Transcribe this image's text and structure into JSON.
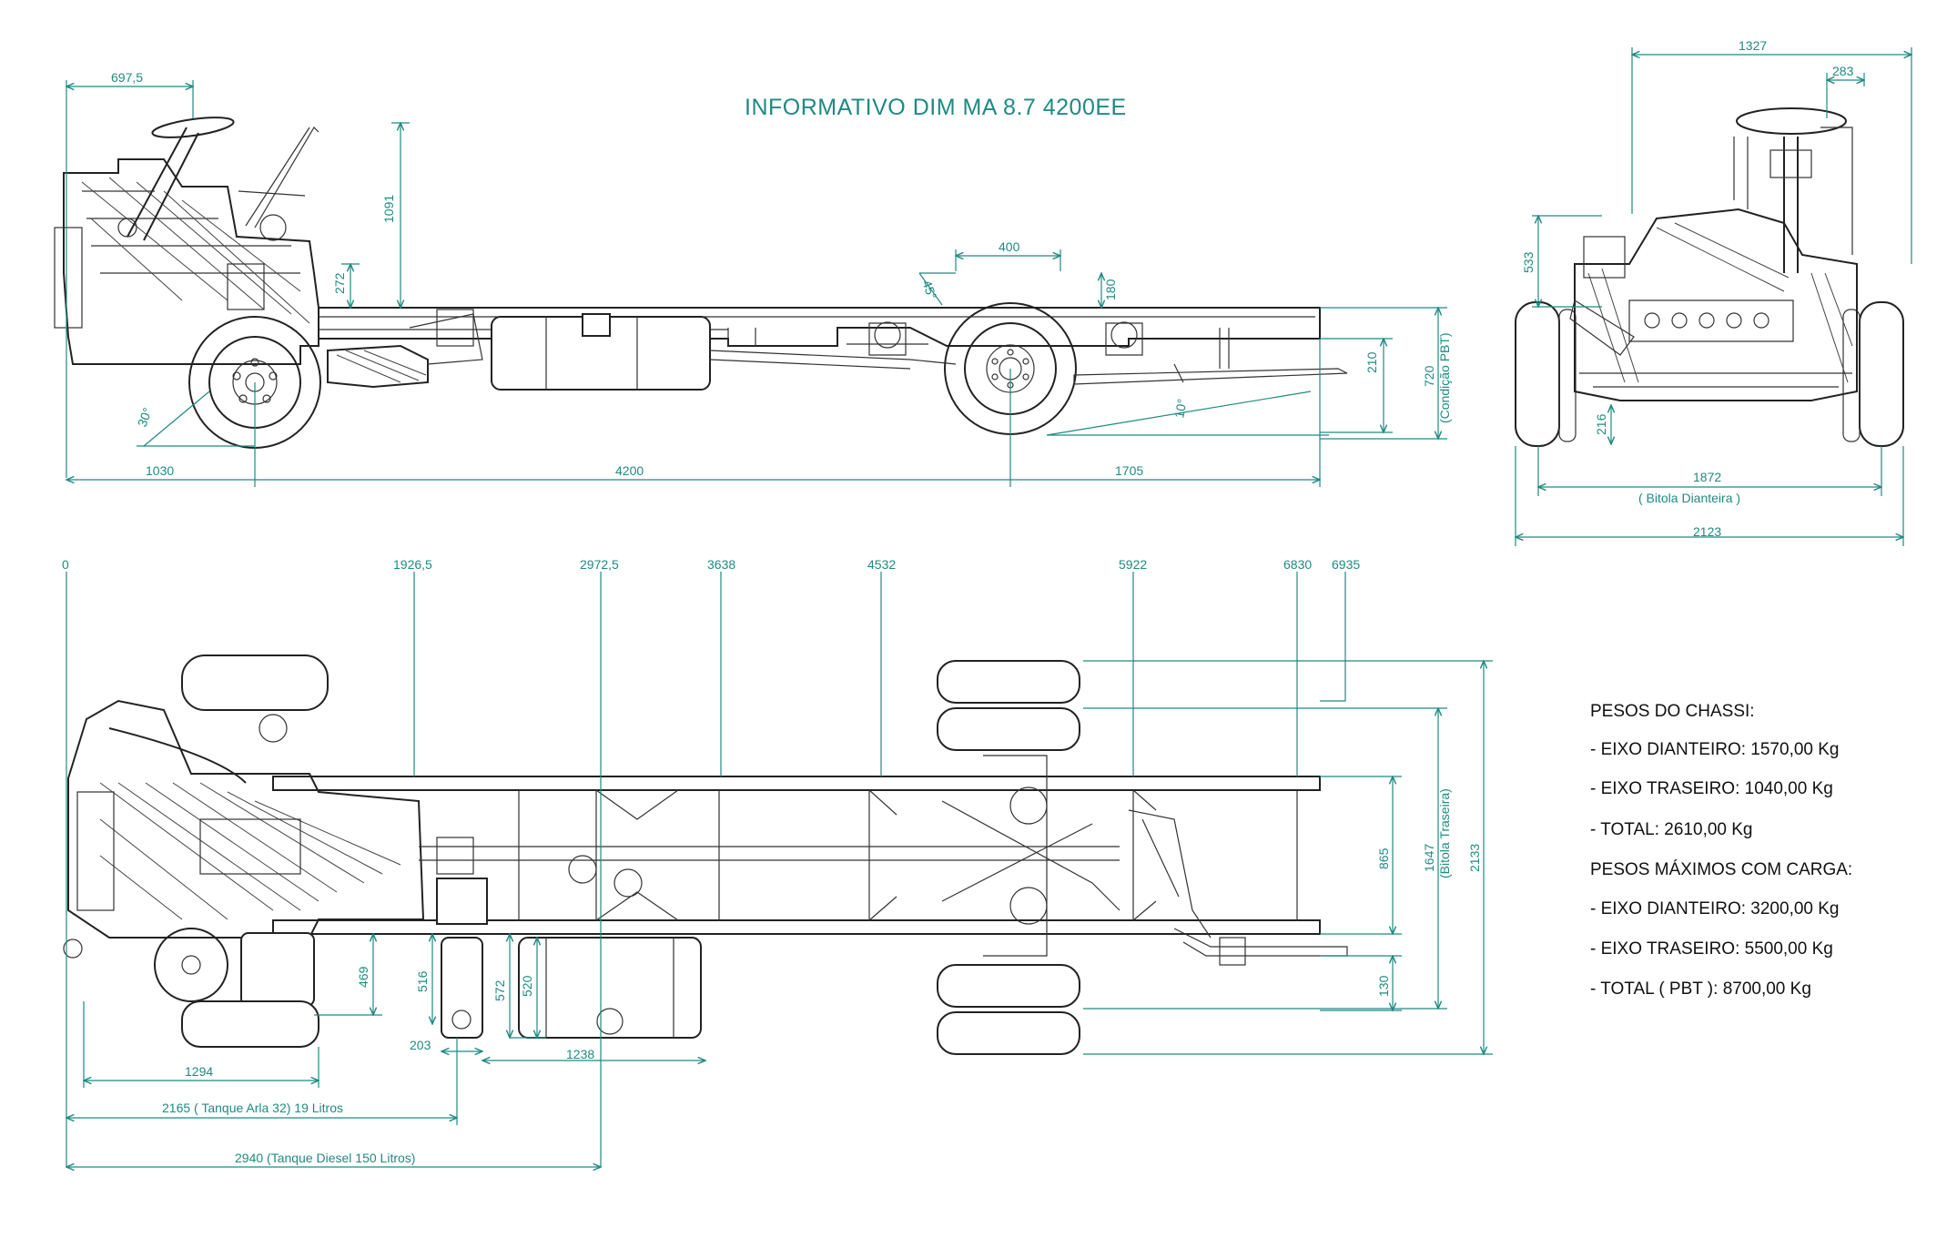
{
  "title": "INFORMATIVO DIM MA 8.7 4200EE",
  "side_view": {
    "dim_top_overhang": "697,5",
    "dim_height_steering": "1091",
    "dim_frame_rise": "272",
    "dim_hump_width": "400",
    "angle_hump_left": "45°",
    "dim_hump_height": "180",
    "dim_frame_depth": "210",
    "dim_height_pbt": "720",
    "dim_height_pbt_note": "(Condição PBT)",
    "angle_front": "30°",
    "angle_rear": "10°",
    "dim_front_overhang": "1030",
    "dim_wheelbase": "4200",
    "dim_rear_overhang": "1705"
  },
  "front_view": {
    "dim_overall_top": "1327",
    "dim_top_small": "283",
    "dim_frame_height": "533",
    "dim_ground_clear": "216",
    "dim_track": "1872",
    "dim_track_note": "( Bitola Dianteira )",
    "dim_total_width": "2123"
  },
  "top_view": {
    "stations": [
      "0",
      "1926,5",
      "2972,5",
      "3638",
      "4532",
      "5922",
      "6830",
      "6935"
    ],
    "dim_frame_width": "865",
    "dim_rear_track": "1647",
    "dim_rear_track_note": "(Bitola Traseira)",
    "dim_overall_width": "2133",
    "dim_side_offset": "130",
    "dim_469": "469",
    "dim_516": "516",
    "dim_572": "572",
    "dim_520": "520",
    "dim_203": "203",
    "dim_1238": "1238",
    "dim_1294": "1294",
    "dim_arla": "2165 ( Tanque Arla 32) 19 Litros",
    "dim_diesel": "2940 (Tanque Diesel 150 Litros)"
  },
  "weights": {
    "heading_chassis": "PESOS DO CHASSI:",
    "chassis_front": "- EIXO DIANTEIRO: 1570,00 Kg",
    "chassis_rear": "- EIXO TRASEIRO: 1040,00 Kg",
    "chassis_total": "- TOTAL: 2610,00 Kg",
    "heading_max": "PESOS MÁXIMOS COM CARGA:",
    "max_front": "- EIXO DIANTEIRO: 3200,00 Kg",
    "max_rear": "- EIXO TRASEIRO: 5500,00 Kg",
    "max_total": "- TOTAL ( PBT ): 8700,00 Kg"
  },
  "colors": {
    "dimension": "#1f8a82",
    "ink": "#222222"
  }
}
